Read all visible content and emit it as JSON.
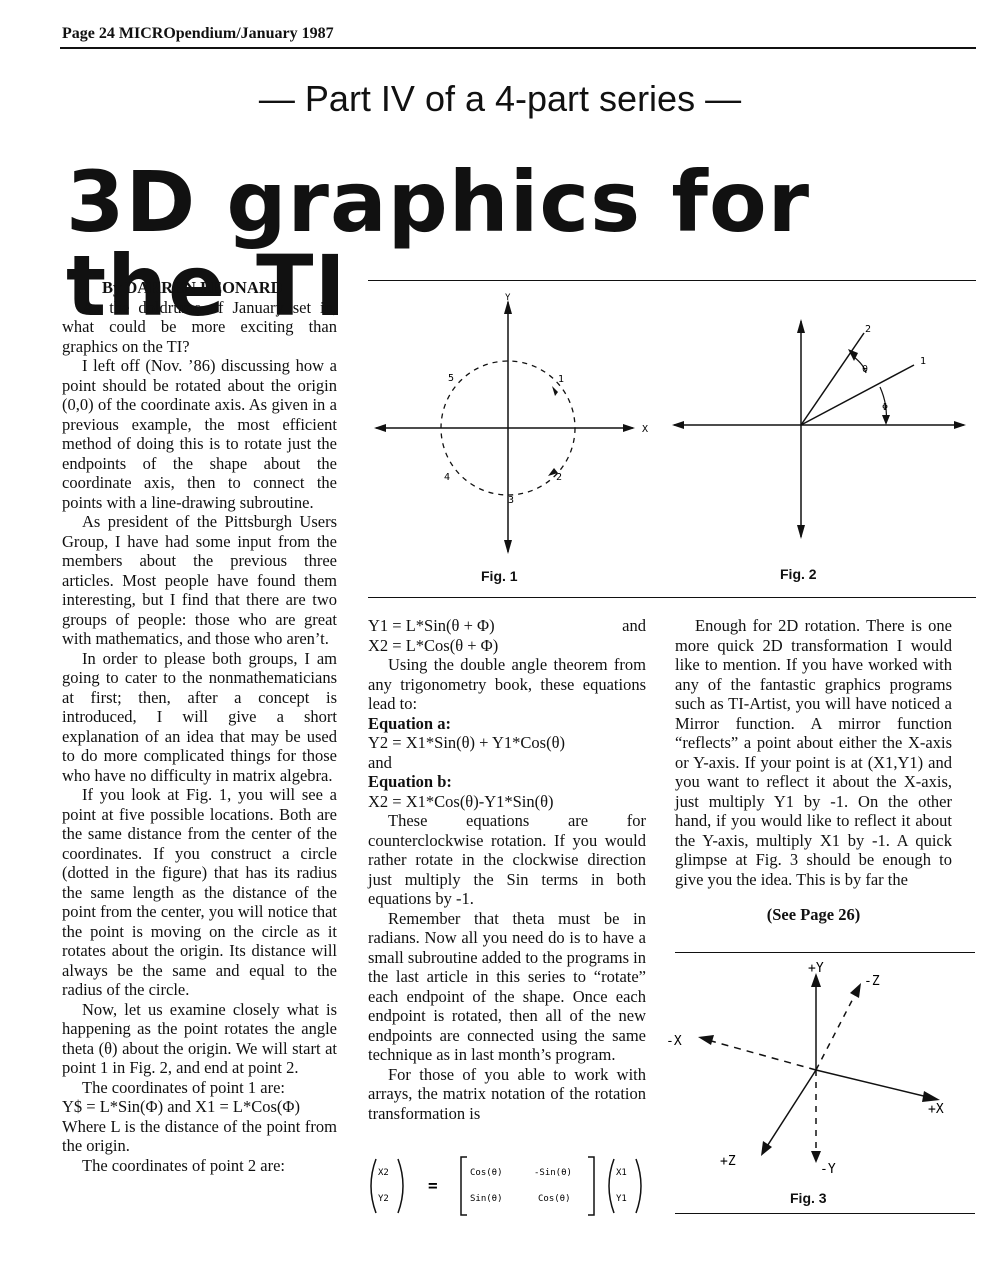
{
  "header": {
    "text": "Page 24  MICROpendium/January 1987"
  },
  "series_line": "— Part IV of a 4-part series —",
  "title": "3D graphics for the TI",
  "byline": "By DARREN LEONARD",
  "col1": [
    "As the doldrums of January set in, what could be more exciting than graphics on the TI?",
    "I left off (Nov. ’86) discussing how a point should be rotated about the origin (0,0) of the coordinate axis. As given in a previous example, the most efficient method of doing this is to rotate just the endpoints of the shape about the coordinate axis, then to connect the points with a line-drawing subroutine.",
    "As president of the Pittsburgh Users Group, I have had some input from the members about the previous three articles. Most people have found them interesting, but I find that there are two groups of people: those who are great with mathematics, and those who aren’t.",
    "In order to please both groups, I am going to cater to the nonmathematicians at first; then, after a concept is introduced, I will give a short explanation of an idea that may be used to do more complicated things for those who have no difficulty in matrix algebra.",
    "If you look at Fig. 1, you will see a point at five possible locations. Both are the same distance from the center of the coordinates. If you construct a circle (dotted in the figure) that has its radius the same length as the distance of the point from the center, you will notice that the point is moving on the circle as it rotates about the origin. Its distance will always be the same and equal to the radius of the circle.",
    "Now, let us examine closely what is happening as the point rotates the angle theta (θ) about the origin. We will start at point 1 in Fig. 2, and end at point 2.",
    "The coordinates of point 1 are:",
    "Y$ = L*Sin(Φ) and X1 = L*Cos(Φ)",
    "Where L is the distance of the point from the origin.",
    "The coordinates of point 2 are:"
  ],
  "col2": {
    "eq_top_left": "Y1 = L*Sin(θ + Φ)",
    "eq_top_right": "and",
    "eq_top_2": "X2 = L*Cos(θ + Φ)",
    "p1": "Using the double angle theorem from any trigonometry book, these equations lead to:",
    "eq_a_head": "Equation a:",
    "eq_a": "Y2 = X1*Sin(θ) + Y1*Cos(θ)",
    "and": "and",
    "eq_b_head": "Equation b:",
    "eq_b": "X2 = X1*Cos(θ)-Y1*Sin(θ)",
    "p2": "These equations are for counterclockwise rotation. If you would rather rotate in the clockwise direction just multiply the Sin terms in both equations by -1.",
    "p3": "Remember that theta must be in radians. Now all you need do is to have a small subroutine added to the programs in the last article in this series to “rotate” each endpoint of the shape. Once each endpoint is rotated, then all of the new endpoints are connected using the same technique as in last month’s program.",
    "p4": "For those of you able to work with arrays, the matrix notation of the rotation transformation is"
  },
  "col3": {
    "p1": "Enough for 2D rotation. There is one more quick 2D transformation I would like to mention. If you have worked with any of the fantastic graphics programs such as TI-Artist, you will have noticed a Mirror function. A mirror function “reflects” a point about either the X-axis or Y-axis. If your point is at (X1,Y1) and you want to reflect it about the X-axis, just multiply Y1 by -1. On the other hand, if you would like to reflect it about the Y-axis, multiply X1 by -1. A quick glimpse at Fig. 3 should be enough to give you the idea. This is by far the",
    "see_page": "(See Page 26)"
  },
  "fig1": {
    "caption": "Fig. 1",
    "x_label": "X",
    "y_label": "Y",
    "points": [
      "1",
      "2",
      "3",
      "4",
      "5"
    ]
  },
  "fig2": {
    "caption": "Fig. 2",
    "labels": [
      "1",
      "2"
    ],
    "theta": "θ",
    "phi": "Φ"
  },
  "fig3": {
    "caption": "Fig. 3",
    "labels": [
      "+Y",
      "-Z",
      "-X",
      "+X",
      "+Z",
      "-Y"
    ]
  },
  "matrix": {
    "lhs": [
      "X2",
      "Y2"
    ],
    "eq": "=",
    "m": [
      "Cos(θ)",
      "-Sin(θ)",
      "Sin(θ)",
      "Cos(θ)"
    ],
    "rhs": [
      "X1",
      "Y1"
    ]
  }
}
